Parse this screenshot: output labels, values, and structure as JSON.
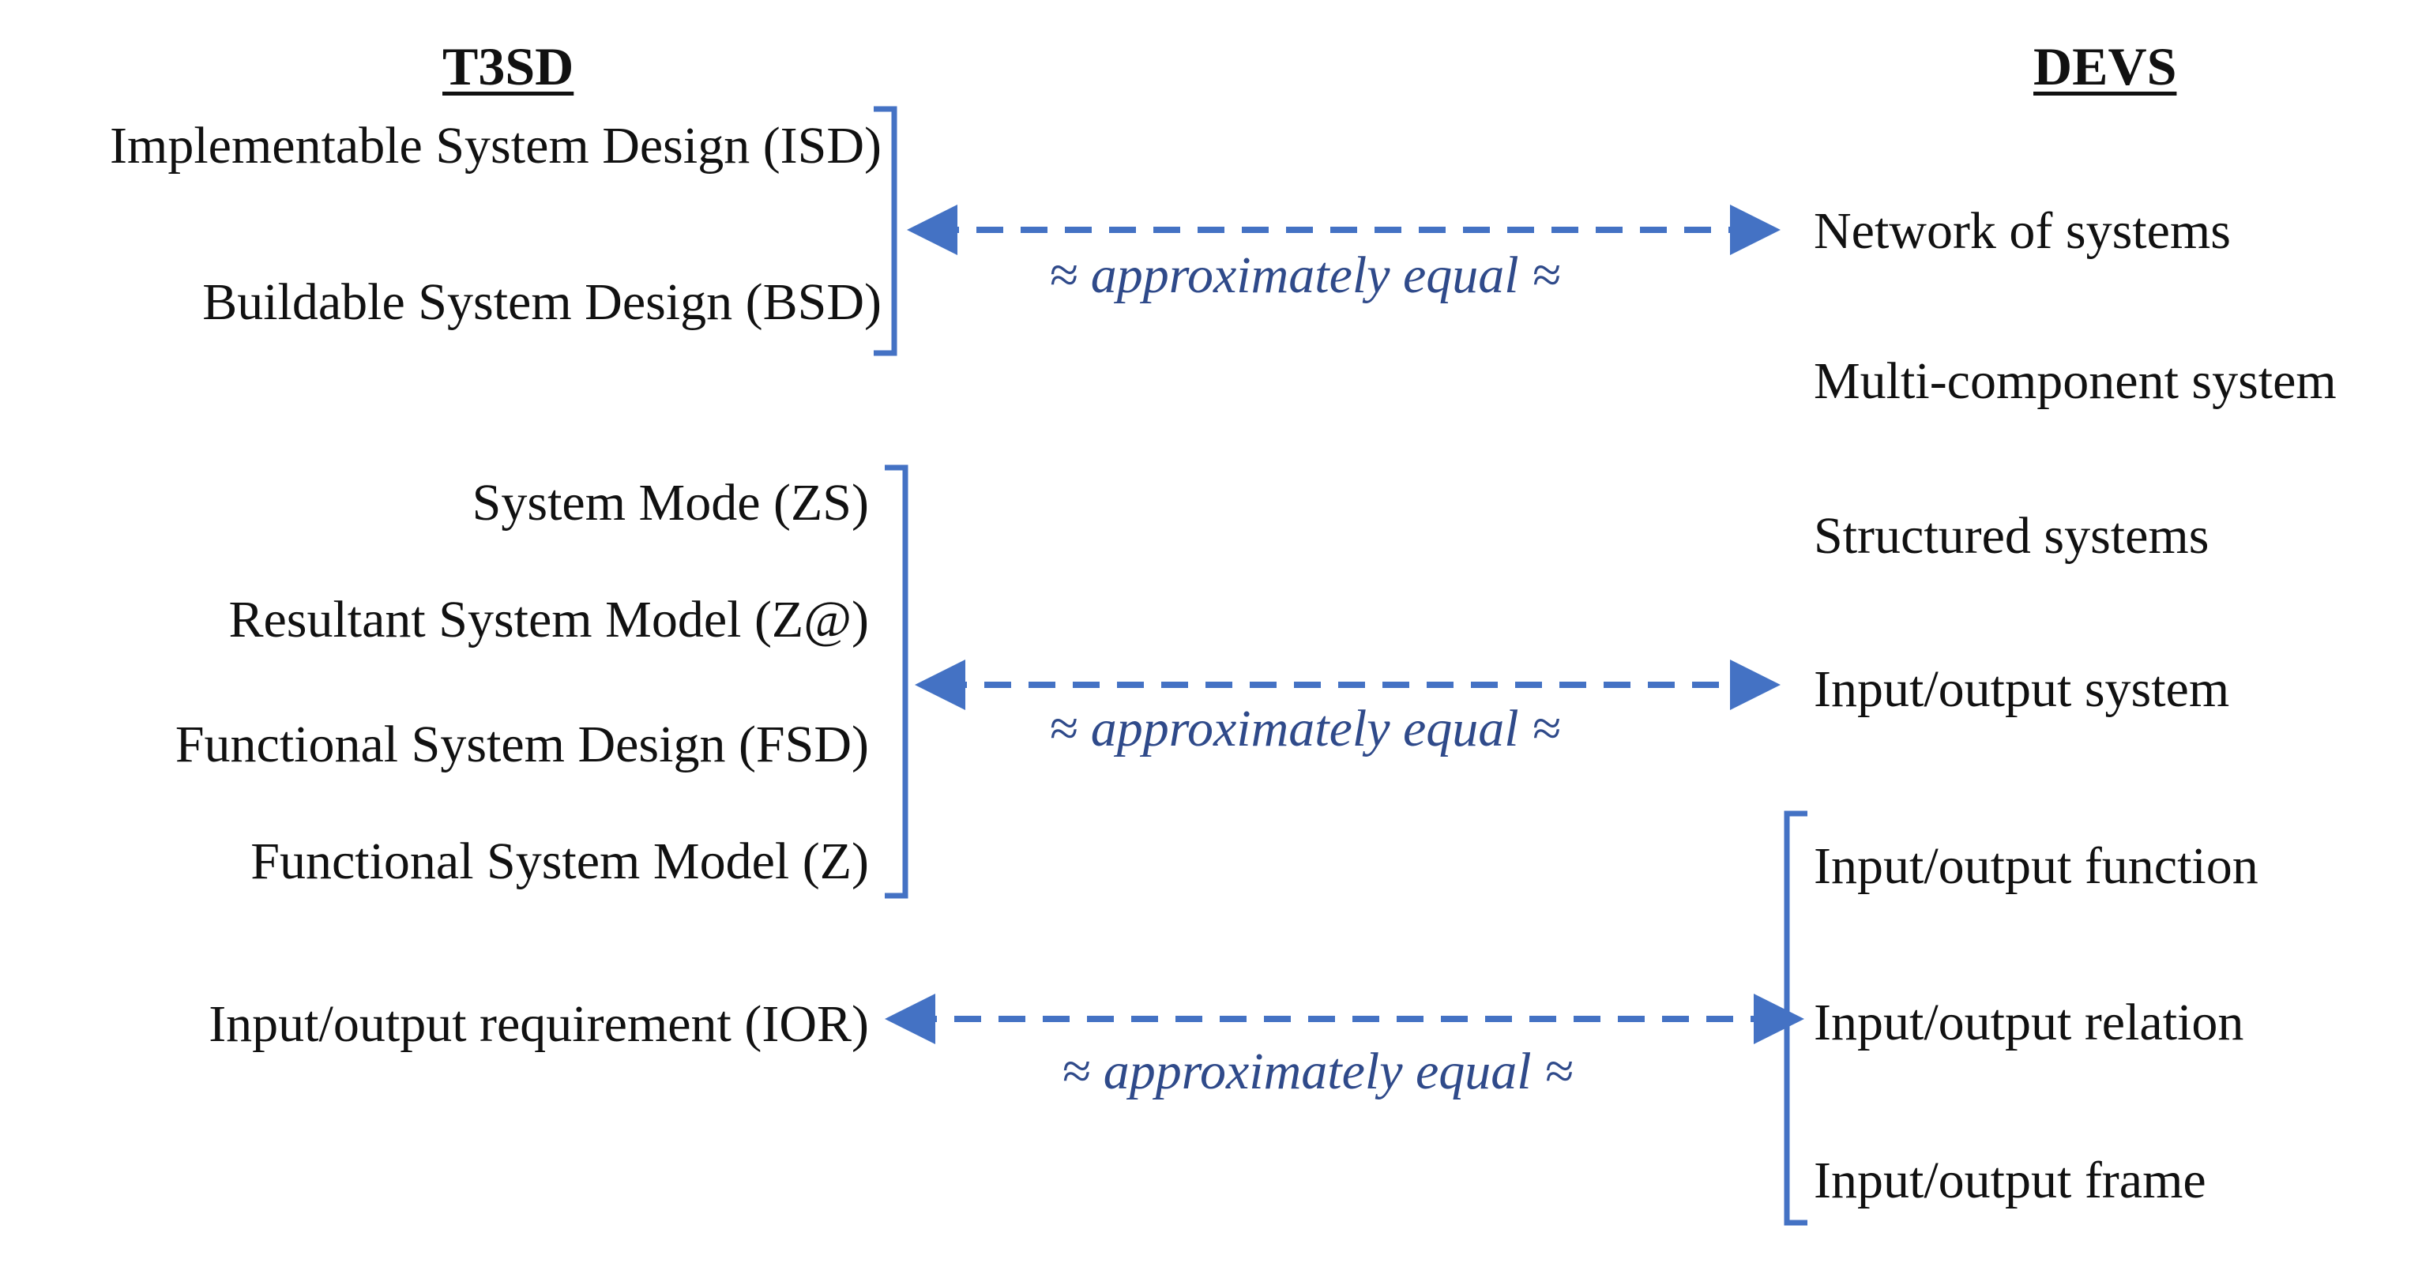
{
  "headers": {
    "left": "T3SD",
    "right": "DEVS"
  },
  "t3sd": [
    "Implementable System Design (ISD)",
    "Buildable System Design (BSD)",
    "System Mode (ZS)",
    "Resultant System Model (Z@)",
    "Functional System Design (FSD)",
    "Functional System Model (Z)",
    "Input/output requirement (IOR)"
  ],
  "devs": [
    "Network of systems",
    "Multi-component system",
    "Structured systems",
    "Input/output system",
    "Input/output function",
    "Input/output relation",
    "Input/output frame"
  ],
  "relation_label": "≈ approximately equal ≈",
  "colors": {
    "connector": "#4472c4",
    "relation_text": "#2f4a8a"
  }
}
